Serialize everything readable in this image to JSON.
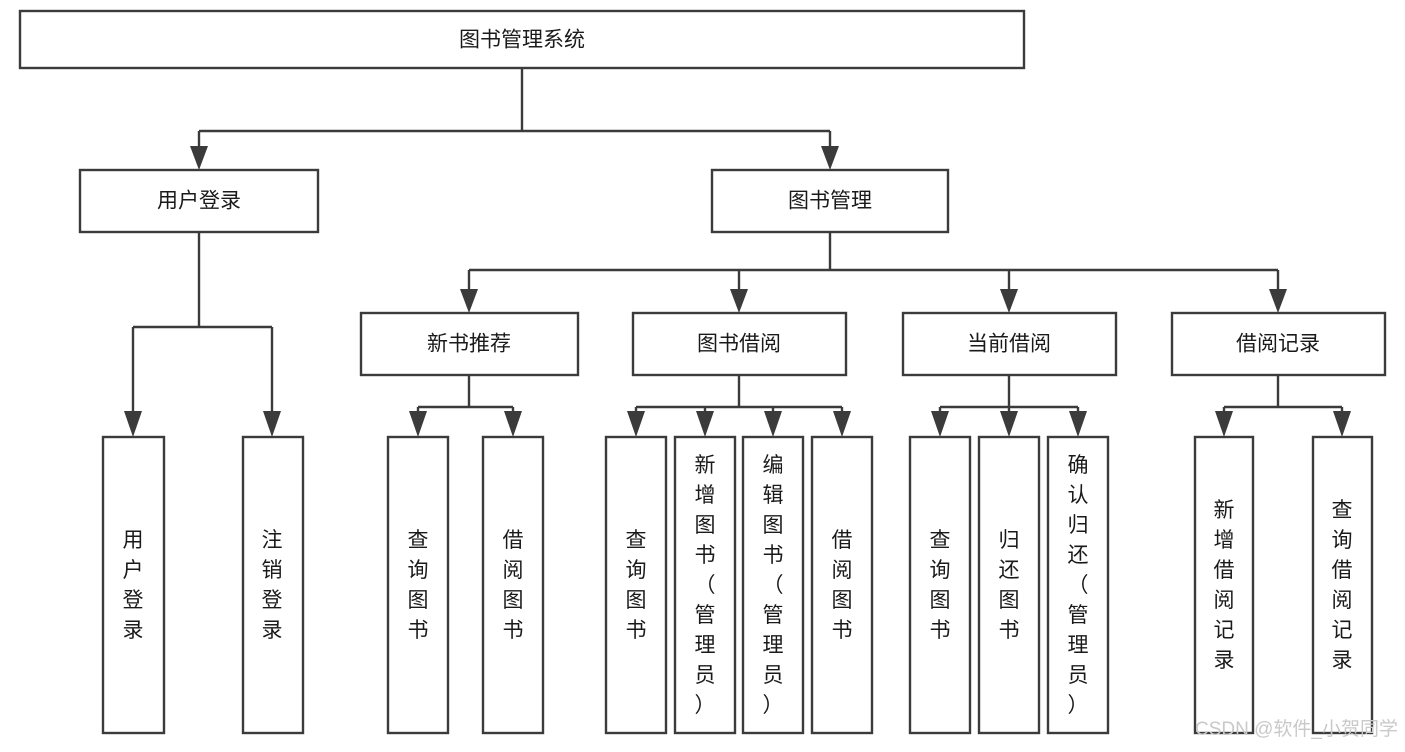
{
  "diagram": {
    "title": "图书管理系统",
    "type": "tree-hierarchy-diagram",
    "colors": {
      "stroke": "#3b3b3b",
      "fill": "#ffffff",
      "text": "#1a1a1a",
      "watermark": "#c9c9c9"
    },
    "root": {
      "label": "图书管理系统"
    },
    "level2": [
      {
        "label": "用户登录"
      },
      {
        "label": "图书管理"
      }
    ],
    "level3": [
      {
        "label": "新书推荐"
      },
      {
        "label": "图书借阅"
      },
      {
        "label": "当前借阅"
      },
      {
        "label": "借阅记录"
      }
    ],
    "leaves": {
      "user_login": [
        {
          "label": "用户登录"
        },
        {
          "label": "注销登录"
        }
      ],
      "new_book_recommend": [
        {
          "label": "查询图书"
        },
        {
          "label": "借阅图书"
        }
      ],
      "book_borrow": [
        {
          "label": "查询图书"
        },
        {
          "label": "新增图书（管理员）"
        },
        {
          "label": "编辑图书（管理员）"
        },
        {
          "label": "借阅图书"
        }
      ],
      "current_borrow": [
        {
          "label": "查询图书"
        },
        {
          "label": "归还图书"
        },
        {
          "label": "确认归还（管理员）"
        }
      ],
      "borrow_record": [
        {
          "label": "新增借阅记录"
        },
        {
          "label": "查询借阅记录"
        }
      ]
    }
  },
  "watermark": {
    "text": "CSDN @软件_小贺同学"
  }
}
